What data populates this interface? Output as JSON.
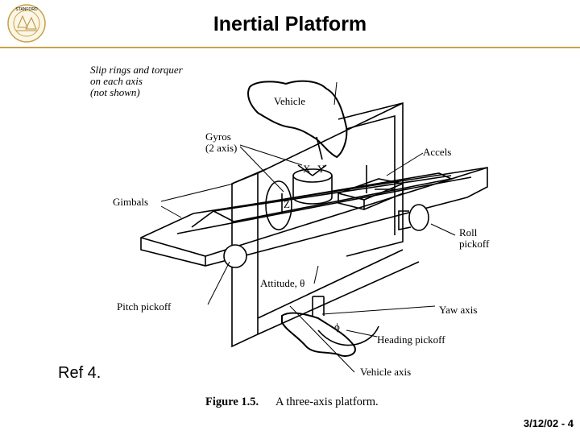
{
  "slide": {
    "title": "Inertial Platform",
    "reference": "Ref 4.",
    "footer": "3/12/02 - 4",
    "logo_text": "STANFORD UNIVERSITY",
    "accent_color": "#c8a24a"
  },
  "figure": {
    "note_lines": [
      "Slip rings and torquer",
      "on each axis",
      "(not shown)"
    ],
    "labels": {
      "vehicle": "Vehicle",
      "gyros_line1": "Gyros",
      "gyros_line2": "(2 axis)",
      "accels": "Accels",
      "gimbals": "Gimbals",
      "roll_pickoff_line1": "Roll",
      "roll_pickoff_line2": "pickoff",
      "pitch_pickoff": "Pitch pickoff",
      "attitude": "Attitude, θ",
      "yaw_axis": "Yaw axis",
      "heading_pickoff": "Heading pickoff",
      "vehicle_axis": "Vehicle axis",
      "phi": "ϕ",
      "z": "Z",
      "y": "Y",
      "x": "X"
    },
    "caption_number": "Figure 1.5.",
    "caption_text": "A three-axis platform."
  }
}
